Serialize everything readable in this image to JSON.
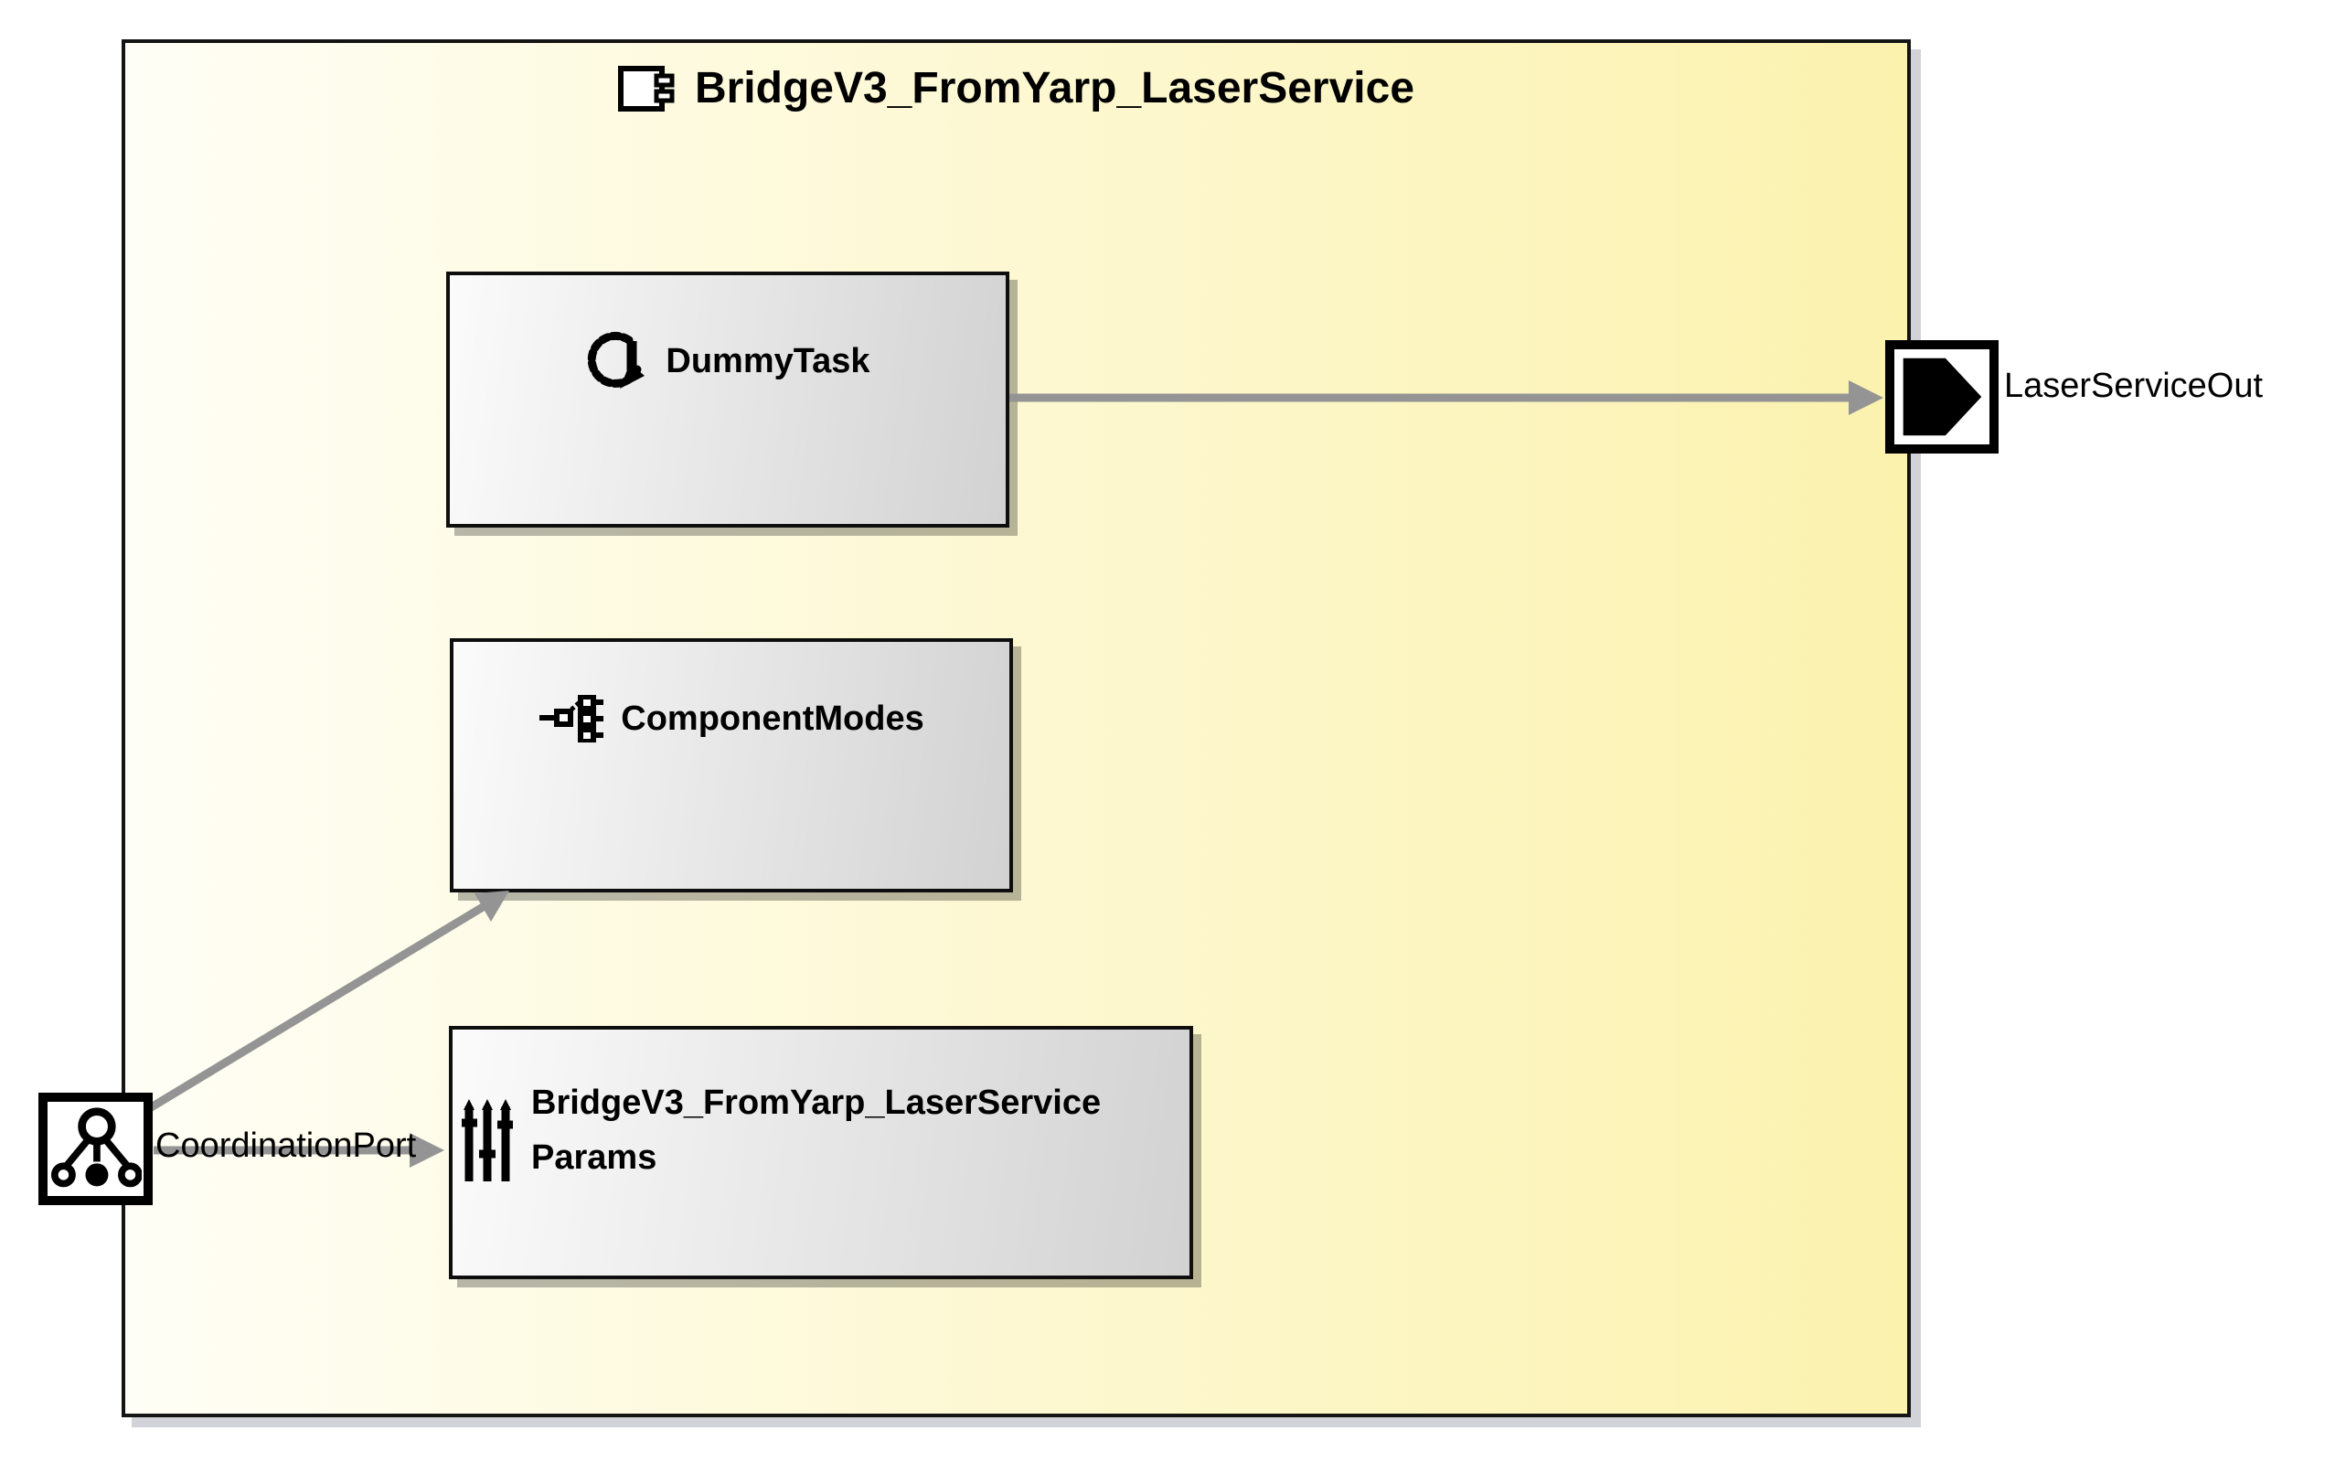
{
  "diagram": {
    "title": "BridgeV3_FromYarp_LaserService",
    "title_icon": "uml-component-icon",
    "nodes": [
      {
        "label": "DummyTask",
        "icon": "loop-arrow-icon"
      },
      {
        "label": "ComponentModes",
        "icon": "modes-tree-icon"
      },
      {
        "label_line1": "BridgeV3_FromYarp_LaserService",
        "label_line2": "Params",
        "icon": "sliders-icon"
      }
    ],
    "ports": [
      {
        "label": "LaserServiceOut",
        "icon": "output-port-icon",
        "side": "right"
      },
      {
        "label": "CoordinationPort",
        "icon": "coordination-port-icon",
        "side": "left"
      }
    ],
    "connections": [
      {
        "from": "DummyTask",
        "to": "LaserServiceOut"
      },
      {
        "from": "CoordinationPort",
        "to": "ComponentModes"
      },
      {
        "from": "CoordinationPort",
        "to": "BridgeV3_FromYarp_LaserService Params"
      }
    ],
    "colors": {
      "frame_left": "#fffef6",
      "frame_right": "#fbf2ae",
      "node_left": "#fbfbfb",
      "node_right": "#d2d2d2",
      "arrow": "#949494",
      "border": "#000000"
    }
  }
}
